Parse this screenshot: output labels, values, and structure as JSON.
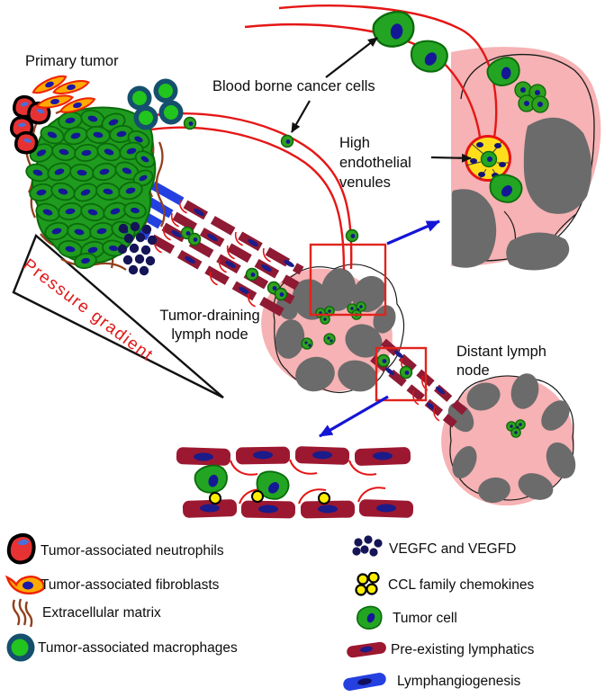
{
  "labels": {
    "primary_tumor": "Primary tumor",
    "blood_borne": "Blood borne cancer cells",
    "hev": "High\nendothelial\nvenules",
    "tumor_draining": "Tumor-draining\nlymph node",
    "distant": "Distant lymph\nnode",
    "pressure": "Pressure gradient"
  },
  "legend": {
    "left": [
      {
        "icon": "neutrophil-icon",
        "label": "Tumor-associated neutrophils"
      },
      {
        "icon": "fibroblast-icon",
        "label": "Tumor-associated fibroblasts"
      },
      {
        "icon": "ecm-icon",
        "label": "Extracellular matrix"
      },
      {
        "icon": "macrophage-icon",
        "label": "Tumor-associated macrophages"
      }
    ],
    "right": [
      {
        "icon": "vegf-icon",
        "label": "VEGFC and VEGFD"
      },
      {
        "icon": "ccl-icon",
        "label": "CCL family chemokines"
      },
      {
        "icon": "tumor-cell-icon",
        "label": "Tumor cell"
      },
      {
        "icon": "pre-existing-lymphatics-icon",
        "label": "Pre-existing lymphatics"
      },
      {
        "icon": "lymphangiogenesis-icon",
        "label": "Lymphangiogenesis"
      }
    ]
  },
  "colors": {
    "tumor_green": "#1f9b1f",
    "nucleus_navy": "#141896",
    "lymphatic_crimson": "#8e1a33",
    "lymphangiogenesis_blue": "#2440e0",
    "node_pink": "#f6b2b4",
    "follicle_gray": "#6b6b6b",
    "blood_vessel_red": "#e51616",
    "hev_yellow": "#ffdf1b",
    "chemokine_yellow": "#ffee00",
    "neutrophil_red": "#e63232",
    "fibroblast_orange": "#ffaa00",
    "ecm_brown": "#93401d",
    "macrophage_teal": "#14506e",
    "arrow_blue": "#1515d6",
    "pressure_red": "#e01818"
  }
}
